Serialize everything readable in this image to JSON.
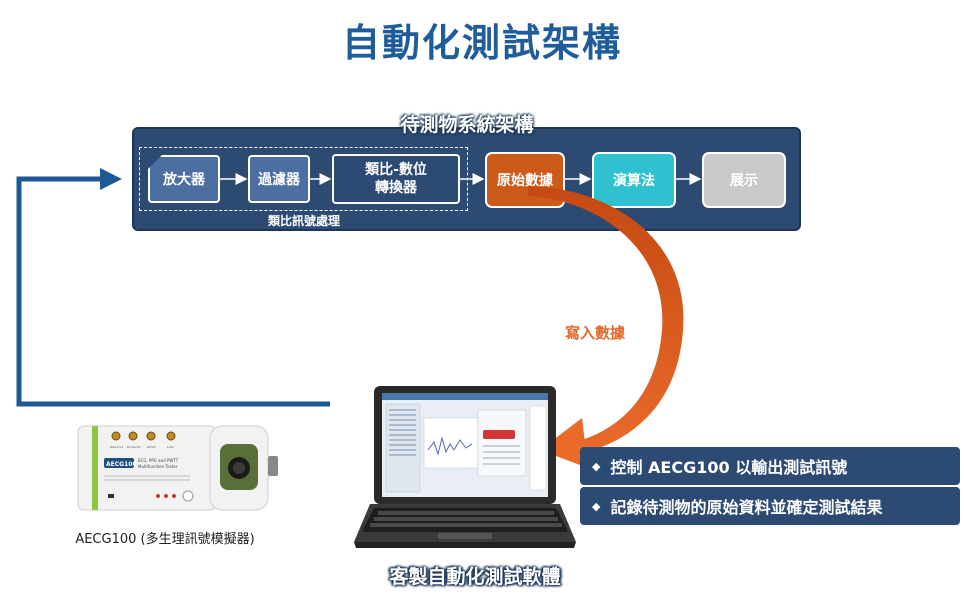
{
  "title": "自動化測試架構",
  "dut": {
    "title": "待測物系統架構",
    "analog_label": "類比訊號處理",
    "blocks": {
      "amplifier": "放大器",
      "filter": "過濾器",
      "adc_line1": "類比-數位",
      "adc_line2": "轉換器",
      "raw_data": "原始數據",
      "algorithm": "演算法",
      "display": "展示"
    }
  },
  "write_label": "寫入數據",
  "features": [
    "控制 AECG100 以輸出測試訊號",
    "記錄待測物的原始資料並確定測試結果"
  ],
  "bullet_glyph": "◆",
  "software_title": "客製自動化測試軟體",
  "device": {
    "caption": "AECG100 (多生理訊號模擬器)",
    "brand": "AECG100",
    "subtitle1": "ECG, PPG and PWTT",
    "subtitle2": "Multifunction Tester",
    "ports": [
      "RA/LL/V1",
      "RL/LA/V2",
      "PA/V3",
      "LA/V"
    ]
  },
  "colors": {
    "primary": "#2c4a72",
    "title": "#1f5d9a",
    "accent_orange": "#cc5a18",
    "accent_cyan": "#2fc1cf",
    "neutral": "#c9c9c9"
  }
}
